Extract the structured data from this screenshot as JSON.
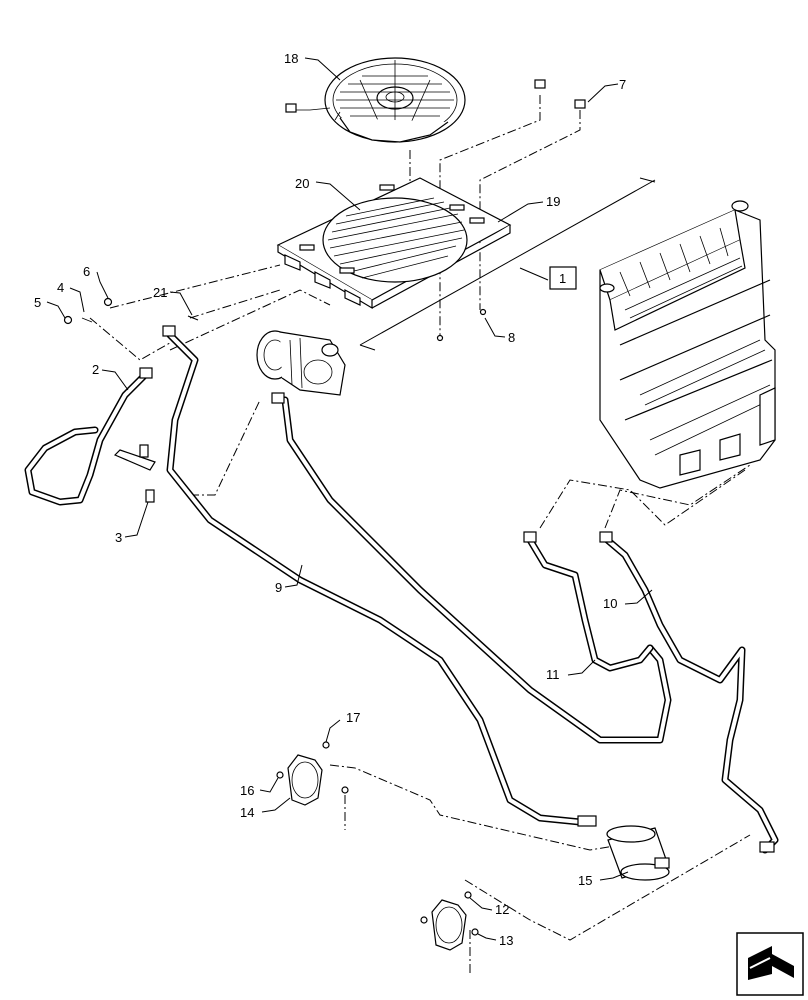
{
  "callouts": {
    "c1": "18",
    "c2": "7",
    "c3": "20",
    "c4": "19",
    "c5": "1",
    "c6": "6",
    "c7": "4",
    "c8": "5",
    "c9": "21",
    "c10": "8",
    "c11": "2",
    "c12": "3",
    "c13": "9",
    "c14": "10",
    "c15": "11",
    "c16": "17",
    "c17": "16",
    "c18": "14",
    "c19": "15",
    "c20": "12",
    "c21": "13"
  },
  "icons": {
    "nav": "direction-arrow-icon"
  }
}
